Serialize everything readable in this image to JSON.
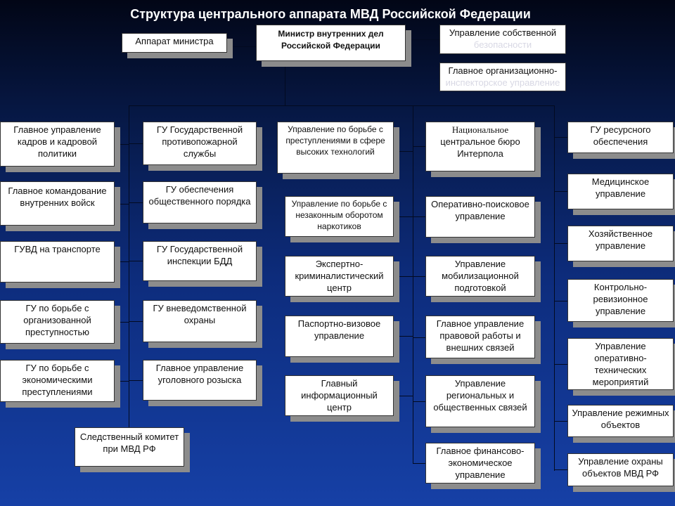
{
  "title": "Структура центрального аппарата МВД Российской Федерации",
  "top": {
    "apparatus": "Аппарат министра",
    "minister": "Министр внутренних дел Российской Федерации",
    "own_security_visible": "Управление собственной",
    "own_security_hidden": "безопасности",
    "gl_org_visible": "Главное организационно-",
    "gl_org_hidden": "инспекторское управление"
  },
  "col1": [
    "Главное управление кадров и кадровой политики",
    "Главное командование внутренних войск",
    "ГУВД на транспорте",
    "ГУ по борьбе с организованной преступностью",
    "ГУ по борьбе с экономическими преступлениями"
  ],
  "col2": [
    "ГУ Государственной противопожарной службы",
    "ГУ обеспечения общественного порядка",
    "ГУ Государственной инспекции БДД",
    "ГУ вневедомственной охраны",
    "Главное управление уголовного розыска"
  ],
  "investigative": "Следственный комитет при МВД РФ",
  "col3": [
    "Управление по борьбе с преступлениями в сфере высоких технологий",
    "Управление по борьбе с незаконным оборотом наркотиков",
    "Экспертно-криминалистический центр",
    "Паспортно-визовое управление",
    "Главный информационный центр"
  ],
  "col4": {
    "interpol_first": "Национальное",
    "interpol_rest": "центральное бюро Интерпола",
    "items": [
      "Оперативно-поисковое управление",
      "Управление мобилизационной подготовкой",
      "Главное управление правовой работы и внешних связей",
      "Управление региональных и общественных связей",
      "Главное финансово-экономическое управление"
    ]
  },
  "col5": [
    "ГУ ресурсного обеспечения",
    "Медицинское управление",
    "Хозяйственное управление",
    "Контрольно-ревизионное управление",
    "Управление оперативно-технических мероприятий",
    "Управление режимных объектов",
    "Управление охраны объектов МВД РФ"
  ]
}
